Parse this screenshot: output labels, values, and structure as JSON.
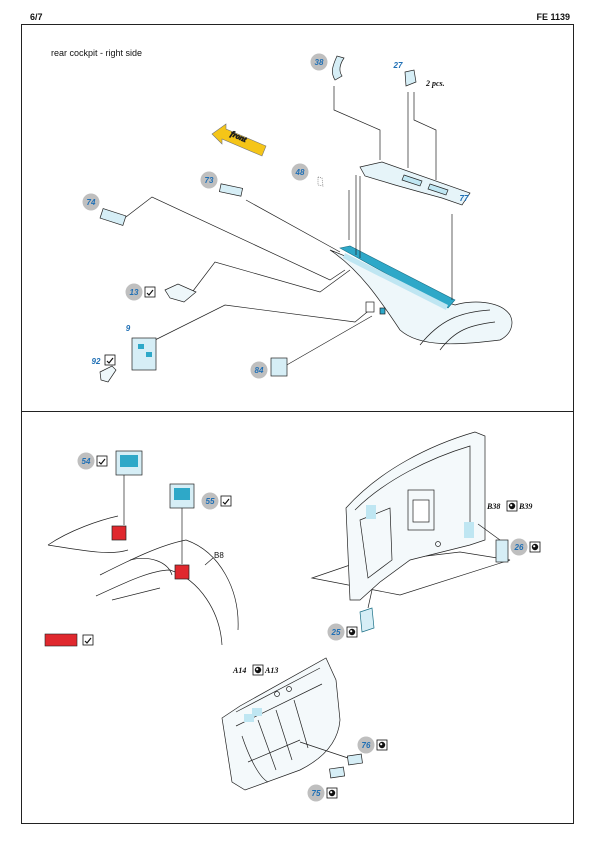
{
  "header": {
    "page_number": "6/7",
    "set_code": "FE 1139"
  },
  "section_top": {
    "title": "rear cockpit -  right side"
  },
  "colors": {
    "part_blue": "#2ea8c8",
    "light_blue": "#bfe6f2",
    "label_circle": "#bfbfbf",
    "callout_text": "#1f6fb5",
    "red": "#e0282e"
  },
  "parts": {
    "p38": "38",
    "p27": "27",
    "p77": "77",
    "p48": "48",
    "p73": "73",
    "p74": "74",
    "p13": "13",
    "p9": "9",
    "p92": "92",
    "p84": "84",
    "p54": "54",
    "p55": "55",
    "p26": "26",
    "p25": "25",
    "p76": "76",
    "p75": "75"
  },
  "annotations": {
    "two_pcs": "2 pcs.",
    "front": "front",
    "b8": "B8",
    "b38": "B38",
    "b39": "B39",
    "a14": "A14",
    "a13": "A13"
  }
}
